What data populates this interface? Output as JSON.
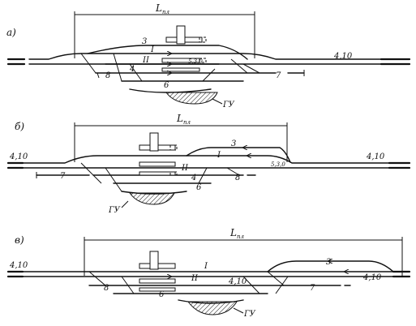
{
  "panels": [
    {
      "letter": "а)",
      "length": {
        "main": "L",
        "sub": "пл"
      },
      "tracks": {
        "t3": "3",
        "t1": "I",
        "t2": "II",
        "t4": "4",
        "t6": "6",
        "t8": "8",
        "t7": "7",
        "t410": "4,10",
        "t5": "5,3,0"
      },
      "hump": "ГУ"
    },
    {
      "letter": "б)",
      "length": {
        "main": "L",
        "sub": "пл"
      },
      "tracks": {
        "t410a": "4,10",
        "t410b": "4,10",
        "t3": "3",
        "t1": "I",
        "t2": "II",
        "t4": "4",
        "t6": "6",
        "t8": "8",
        "t7": "7",
        "t5": "5,3,0"
      },
      "hump": "ГУ"
    },
    {
      "letter": "в)",
      "length": {
        "main": "L",
        "sub": "пл"
      },
      "tracks": {
        "t410a": "4,10",
        "t410b": "4,10",
        "t410c": "4,10",
        "t3": "3",
        "t1": "I",
        "t2": "II",
        "t8": "8",
        "t6": "6",
        "t7": "7"
      },
      "hump": "ГУ"
    }
  ]
}
